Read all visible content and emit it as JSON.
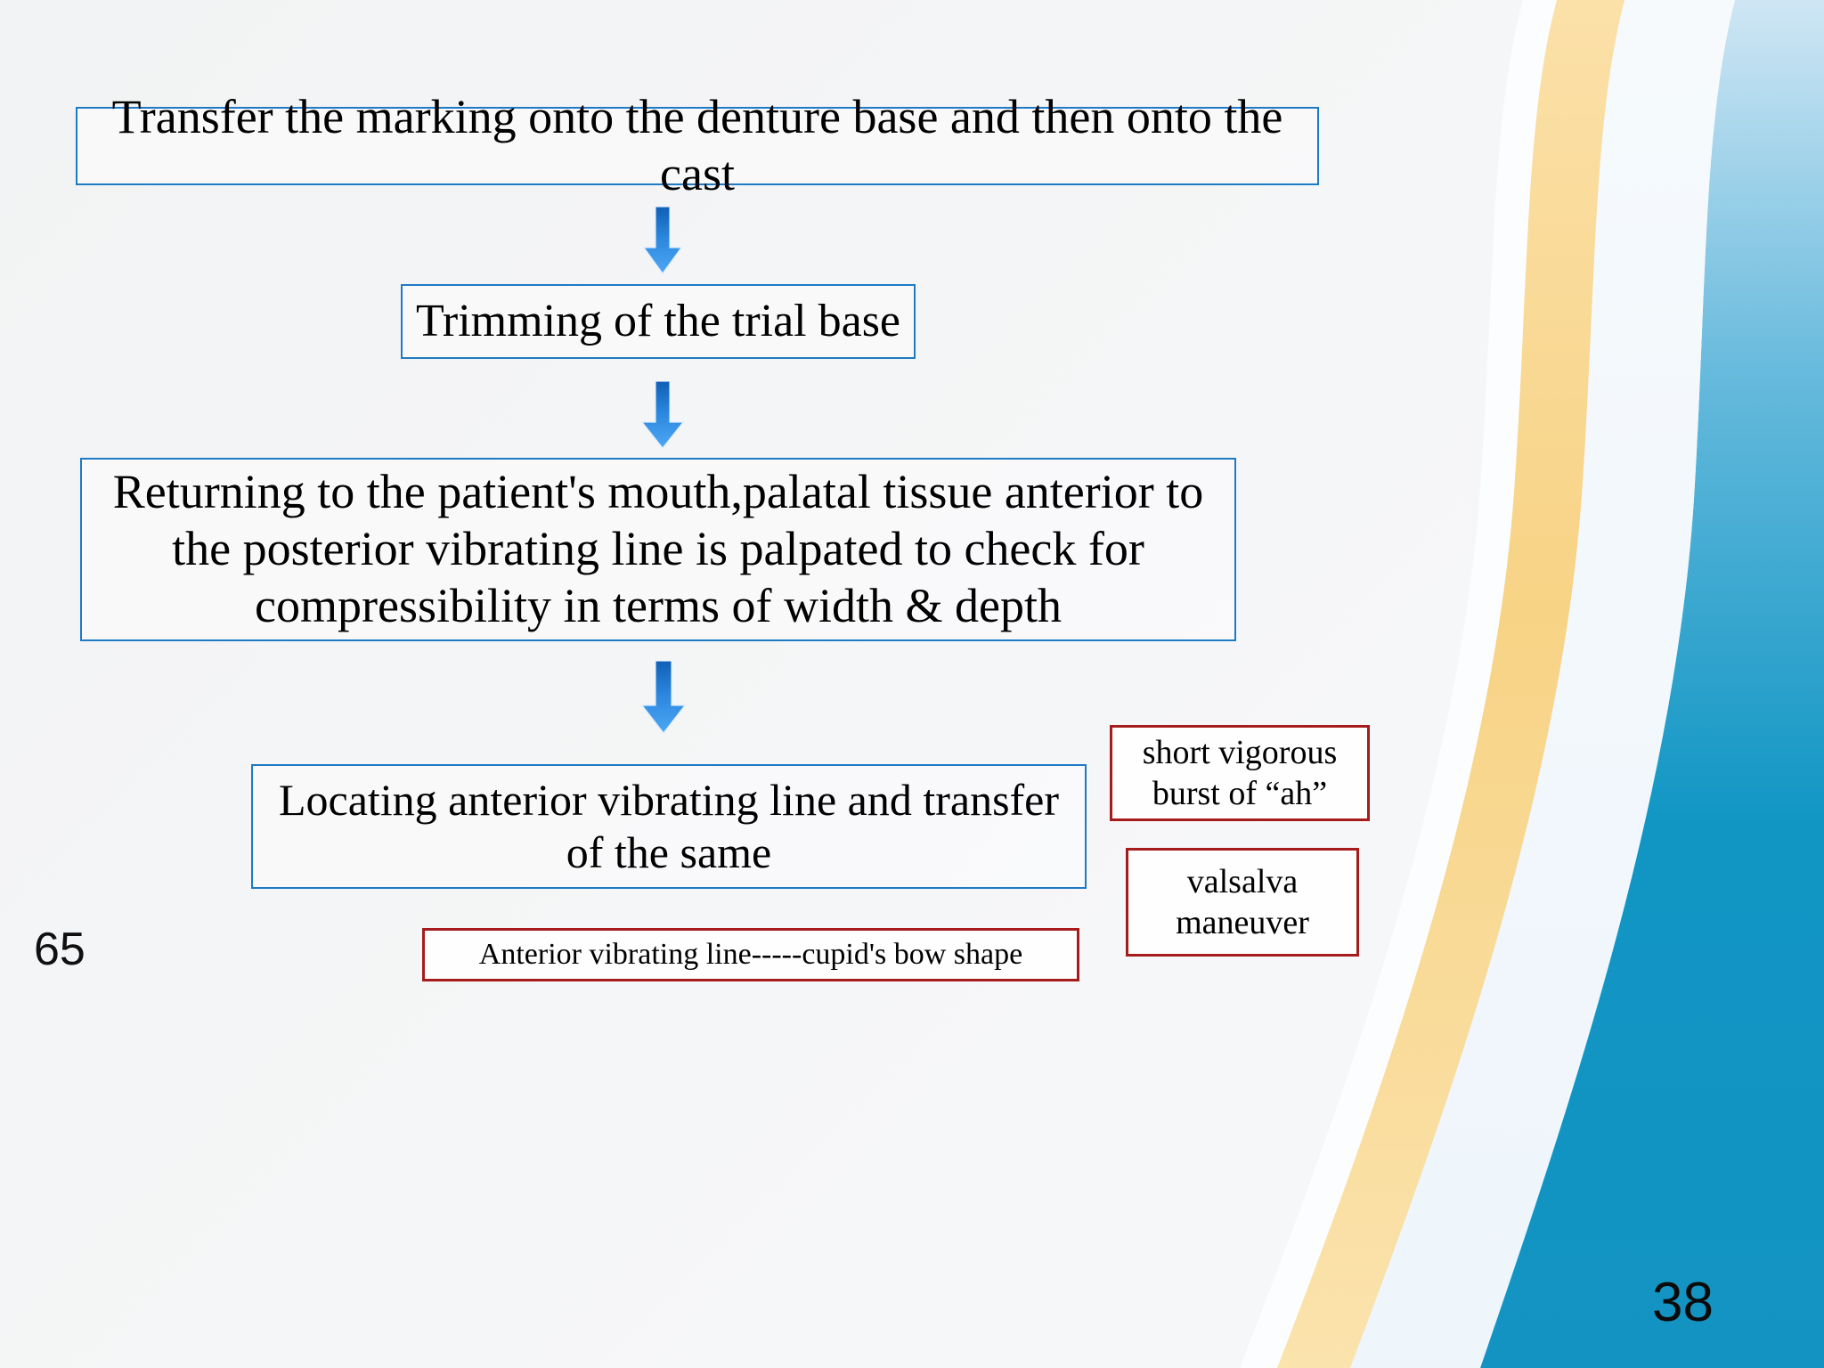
{
  "slide": {
    "page_number_left": "65",
    "page_number_right": "38",
    "accent_blue": "#1f7ac4",
    "accent_red": "#a61c1c",
    "arrow_blue_dark": "#1664b8",
    "arrow_blue_light": "#46a2f0",
    "background_teal": "#1196c4",
    "background_gold": "#f5d98a"
  },
  "flow": {
    "steps": [
      {
        "label": "Transfer the marking onto the denture base and then onto the cast"
      },
      {
        "label": "Trimming of the trial base"
      },
      {
        "label": "Returning to the patient's mouth,palatal tissue anterior to the posterior vibrating line is palpated to check for compressibility in terms of width & depth"
      },
      {
        "label": "Locating anterior vibrating line and transfer of the same"
      }
    ],
    "arrows": [
      {
        "name": "arrow-step1-to-step2"
      },
      {
        "name": "arrow-step2-to-step3"
      },
      {
        "name": "arrow-step3-to-step4"
      }
    ]
  },
  "annotations": [
    {
      "id": "short-vigorous-burst",
      "label": "short vigorous burst of “ah”"
    },
    {
      "id": "valsalva-maneuver",
      "label": "valsalva maneuver"
    },
    {
      "id": "cupids-bow",
      "label": "Anterior vibrating line-----cupid's bow shape"
    }
  ]
}
